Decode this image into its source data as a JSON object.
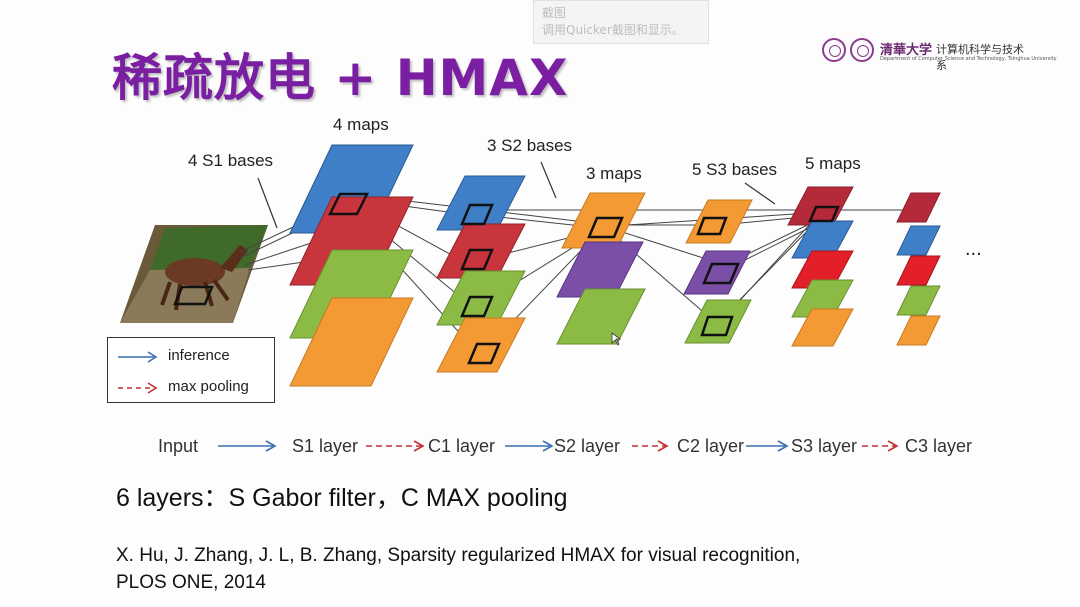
{
  "tooltip": {
    "line1": "截图",
    "line2": "调用Quicker截图和显示。"
  },
  "title": "稀疏放电 + HMAX",
  "logo": {
    "university": "清華大学",
    "department": "计算机科学与技术系",
    "subtitle": "Department of Computer Science and Technology, Tsinghua University"
  },
  "diagram": {
    "label_4maps": "4 maps",
    "label_s1bases": "4 S1 bases",
    "label_s2bases": "3 S2 bases",
    "label_3maps": "3 maps",
    "label_s3bases": "5 S3 bases",
    "label_5maps": "5 maps",
    "ellipsis": "...",
    "colors": {
      "blue": "#3f7fc8",
      "red": "#c8353c",
      "green": "#8cbb45",
      "orange": "#f39a35",
      "purple": "#7b4fa8",
      "brightred": "#e3202a",
      "darkred": "#b52a3a"
    }
  },
  "legend": {
    "inference": "inference",
    "max_pooling": "max pooling"
  },
  "flow": {
    "input": "Input",
    "s1": "S1 layer",
    "c1": "C1 layer",
    "s2": "S2 layer",
    "c2": "C2 layer",
    "s3": "S3 layer",
    "c3": "C3 layer"
  },
  "summary": "6 layers：S  Gabor filter，C  MAX pooling",
  "citation": {
    "line1": "X. Hu, J. Zhang, J. L, B. Zhang, Sparsity regularized HMAX for visual recognition,",
    "line2": "PLOS ONE, 2014"
  }
}
